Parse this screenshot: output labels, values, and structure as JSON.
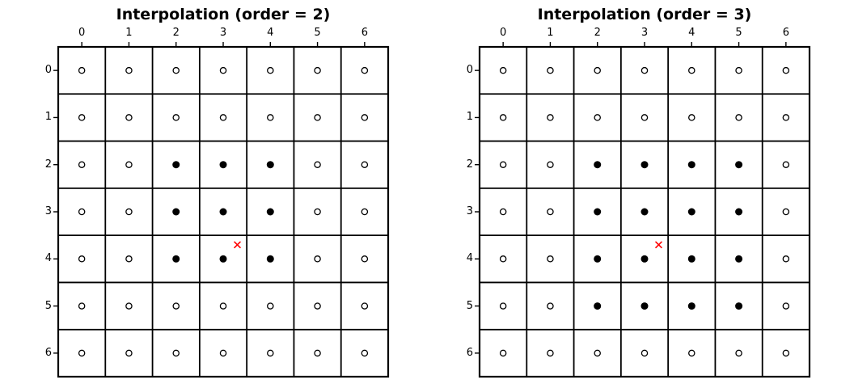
{
  "figure": {
    "background": "#ffffff",
    "colors": {
      "axes_and_grid": "#000000",
      "filled_marker": "#000000",
      "open_marker_stroke": "#000000",
      "open_marker_fill": "#ffffff",
      "sample_marker": "#ff0000"
    }
  },
  "chart_data": [
    {
      "type": "heatmap",
      "title": "Interpolation (order = 2)",
      "order": 2,
      "x_axis_position": "top",
      "y_axis_position": "left",
      "x_range": [
        -0.5,
        6.5
      ],
      "y_range": [
        -0.5,
        6.5
      ],
      "y_inverted": true,
      "grid": true,
      "legend": false,
      "x_tick_labels": [
        "0",
        "1",
        "2",
        "3",
        "4",
        "5",
        "6"
      ],
      "y_tick_labels": [
        "0",
        "1",
        "2",
        "3",
        "4",
        "5",
        "6"
      ],
      "matrix": [
        [
          0,
          0,
          0,
          0,
          0,
          0,
          0
        ],
        [
          0,
          0,
          0,
          0,
          0,
          0,
          0
        ],
        [
          0,
          0,
          1,
          1,
          1,
          0,
          0
        ],
        [
          0,
          0,
          1,
          1,
          1,
          0,
          0
        ],
        [
          0,
          0,
          1,
          1,
          1,
          0,
          0
        ],
        [
          0,
          0,
          0,
          0,
          0,
          0,
          0
        ],
        [
          0,
          0,
          0,
          0,
          0,
          0,
          0
        ]
      ],
      "value_marker_encoding": {
        "1": "filled-circle",
        "0": "open-circle"
      },
      "sample_point": {
        "x": 3.3,
        "y": 3.7,
        "marker": "x",
        "color": "#ff0000"
      }
    },
    {
      "type": "heatmap",
      "title": "Interpolation (order = 3)",
      "order": 3,
      "x_axis_position": "top",
      "y_axis_position": "left",
      "x_range": [
        -0.5,
        6.5
      ],
      "y_range": [
        -0.5,
        6.5
      ],
      "y_inverted": true,
      "grid": true,
      "legend": false,
      "x_tick_labels": [
        "0",
        "1",
        "2",
        "3",
        "4",
        "5",
        "6"
      ],
      "y_tick_labels": [
        "0",
        "1",
        "2",
        "3",
        "4",
        "5",
        "6"
      ],
      "matrix": [
        [
          0,
          0,
          0,
          0,
          0,
          0,
          0
        ],
        [
          0,
          0,
          0,
          0,
          0,
          0,
          0
        ],
        [
          0,
          0,
          1,
          1,
          1,
          1,
          0
        ],
        [
          0,
          0,
          1,
          1,
          1,
          1,
          0
        ],
        [
          0,
          0,
          1,
          1,
          1,
          1,
          0
        ],
        [
          0,
          0,
          1,
          1,
          1,
          1,
          0
        ],
        [
          0,
          0,
          0,
          0,
          0,
          0,
          0
        ]
      ],
      "value_marker_encoding": {
        "1": "filled-circle",
        "0": "open-circle"
      },
      "sample_point": {
        "x": 3.3,
        "y": 3.7,
        "marker": "x",
        "color": "#ff0000"
      }
    }
  ]
}
